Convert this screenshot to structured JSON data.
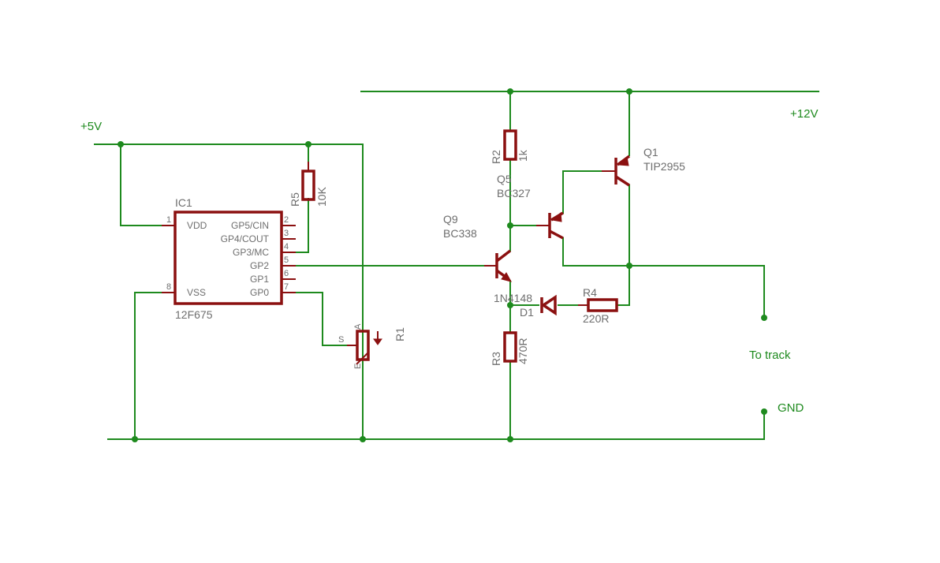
{
  "nets": {
    "v5": "+5V",
    "v12": "+12V",
    "track": "To track",
    "gnd": "GND"
  },
  "ic1": {
    "name": "IC1",
    "value": "12F675",
    "pins_left": [
      {
        "name": "VDD",
        "num": "1"
      },
      {
        "name": "VSS",
        "num": "8"
      }
    ],
    "pins_right": [
      {
        "name": "GP5/CIN",
        "num": "2"
      },
      {
        "name": "GP4/COUT",
        "num": "3"
      },
      {
        "name": "GP3/MC",
        "num": "4"
      },
      {
        "name": "GP2",
        "num": "5"
      },
      {
        "name": "GP1",
        "num": "6"
      },
      {
        "name": "GP0",
        "num": "7"
      }
    ]
  },
  "r5": {
    "name": "R5",
    "value": "10K"
  },
  "r1": {
    "name": "R1",
    "pin_a": "A",
    "pin_s": "S",
    "pin_e": "E"
  },
  "r2": {
    "name": "R2",
    "value": "1k"
  },
  "r3": {
    "name": "R3",
    "value": "470R"
  },
  "r4": {
    "name": "R4",
    "value": "220R"
  },
  "q5": {
    "name": "Q5",
    "value": "BC327"
  },
  "q9": {
    "name": "Q9",
    "value": "BC338"
  },
  "q1": {
    "name": "Q1",
    "value": "TIP2955"
  },
  "d1": {
    "name": "D1",
    "value": "1N4148"
  },
  "colors": {
    "wire": "#1e8a1e",
    "part": "#8b1010",
    "label": "#6e6e6e"
  }
}
